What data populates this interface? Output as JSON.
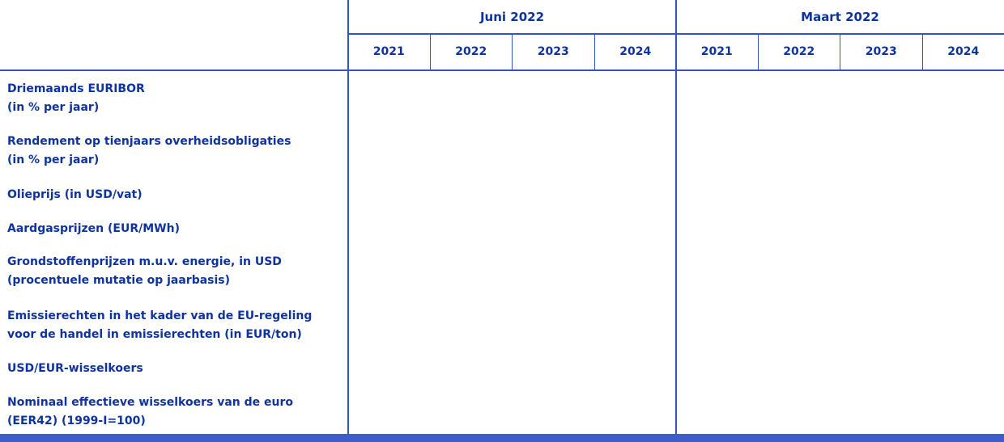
{
  "colors": {
    "text": "#0f339e",
    "border": "#2f54c9",
    "bottom_bar": "#3f5dc9",
    "background": "#ffffff"
  },
  "table": {
    "column_groups": [
      {
        "label": "Juni 2022",
        "years": [
          "2021",
          "2022",
          "2023",
          "2024"
        ]
      },
      {
        "label": "Maart 2022",
        "years": [
          "2021",
          "2022",
          "2023",
          "2024"
        ]
      }
    ],
    "rows": [
      {
        "lines": [
          "Driemaands EURIBOR",
          "(in % per jaar)"
        ],
        "values": [
          "",
          "",
          "",
          "",
          "",
          "",
          "",
          ""
        ]
      },
      {
        "lines": [
          "Rendement op tienjaars overheidsobligaties",
          "(in % per jaar)"
        ],
        "values": [
          "",
          "",
          "",
          "",
          "",
          "",
          "",
          ""
        ]
      },
      {
        "lines": [
          "Olieprijs (in USD/vat)"
        ],
        "values": [
          "",
          "",
          "",
          "",
          "",
          "",
          "",
          ""
        ]
      },
      {
        "lines": [
          "Aardgasprijzen (EUR/MWh)"
        ],
        "values": [
          "",
          "",
          "",
          "",
          "",
          "",
          "",
          ""
        ]
      },
      {
        "lines": [
          "Grondstoffenprijzen m.u.v. energie, in USD",
          "(procentuele mutatie op jaarbasis)"
        ],
        "values": [
          "",
          "",
          "",
          "",
          "",
          "",
          "",
          ""
        ]
      },
      {
        "lines": [
          "Emissierechten in het kader van de EU-regeling",
          "voor de handel in emissierechten (in EUR/ton)"
        ],
        "values": [
          "",
          "",
          "",
          "",
          "",
          "",
          "",
          ""
        ]
      },
      {
        "lines": [
          "USD/EUR-wisselkoers"
        ],
        "values": [
          "",
          "",
          "",
          "",
          "",
          "",
          "",
          ""
        ]
      },
      {
        "lines": [
          "Nominaal effectieve wisselkoers van de euro",
          "(EER42) (1999-I=100)"
        ],
        "values": [
          "",
          "",
          "",
          "",
          "",
          "",
          "",
          ""
        ]
      }
    ]
  },
  "chart_data": {
    "type": "table",
    "column_groups": [
      "Juni 2022",
      "Maart 2022"
    ],
    "columns": [
      "2021",
      "2022",
      "2023",
      "2024",
      "2021",
      "2022",
      "2023",
      "2024"
    ],
    "row_labels": [
      "Driemaands EURIBOR (in % per jaar)",
      "Rendement op tienjaars overheidsobligaties (in % per jaar)",
      "Olieprijs (in USD/vat)",
      "Aardgasprijzen (EUR/MWh)",
      "Grondstoffenprijzen m.u.v. energie, in USD (procentuele mutatie op jaarbasis)",
      "Emissierechten in het kader van de EU-regeling voor de handel in emissierechten (in EUR/ton)",
      "USD/EUR-wisselkoers",
      "Nominaal effectieve wisselkoers van de euro (EER42) (1999-I=100)"
    ],
    "values": [
      [
        "",
        "",
        "",
        "",
        "",
        "",
        "",
        ""
      ],
      [
        "",
        "",
        "",
        "",
        "",
        "",
        "",
        ""
      ],
      [
        "",
        "",
        "",
        "",
        "",
        "",
        "",
        ""
      ],
      [
        "",
        "",
        "",
        "",
        "",
        "",
        "",
        ""
      ],
      [
        "",
        "",
        "",
        "",
        "",
        "",
        "",
        ""
      ],
      [
        "",
        "",
        "",
        "",
        "",
        "",
        "",
        ""
      ],
      [
        "",
        "",
        "",
        "",
        "",
        "",
        "",
        ""
      ],
      [
        "",
        "",
        "",
        "",
        "",
        "",
        "",
        ""
      ]
    ]
  }
}
